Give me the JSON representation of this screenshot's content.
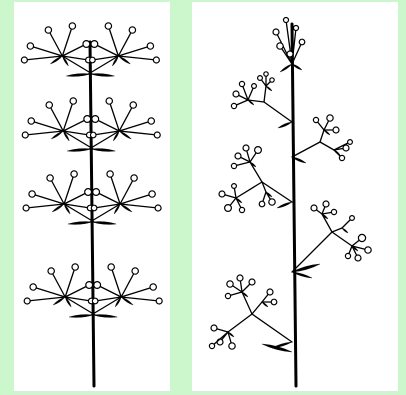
{
  "figure": {
    "background_color": "#ccf7cc",
    "panel_color": "#ffffff",
    "ink_color": "#000000",
    "panels": [
      {
        "name": "left-inflorescence",
        "style": "simple whorled cymes"
      },
      {
        "name": "right-inflorescence",
        "style": "branched compound cymes"
      }
    ]
  }
}
